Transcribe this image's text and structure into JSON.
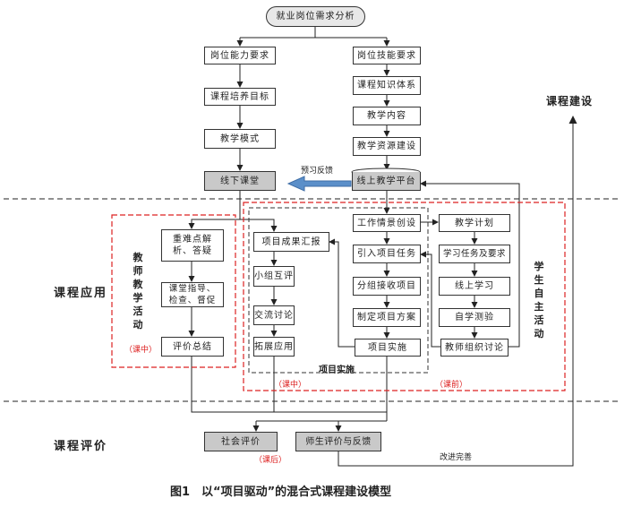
{
  "title": "就业岗位需求分析",
  "left_top_nodes": [
    "岗位能力要求",
    "课程培养目标",
    "教学模式",
    "线下课堂"
  ],
  "right_top_nodes": [
    "岗位技能要求",
    "课程知识体系",
    "教学内容",
    "教学资源建设",
    "线上教学平台"
  ],
  "feedback_label": "预习反馈",
  "course_construction": "课程建设",
  "section_labels": {
    "application": "课程应用",
    "evaluation": "课程评价"
  },
  "teacher_title": "教师教学活动",
  "teacher_nodes": [
    "重难点解析、答疑",
    "课堂指导、检查、督促",
    "评价总结"
  ],
  "teacher_phase": "（课中）",
  "group_nodes": [
    "项目成果汇报",
    "小组互评",
    "交流讨论",
    "拓展应用"
  ],
  "project_nodes": [
    "工作情景创设",
    "引入项目任务",
    "分组接收项目",
    "制定项目方案",
    "项目实施"
  ],
  "project_label": "项目实施",
  "in_class_phase": "（课中）",
  "pre_class_phase": "（课前）",
  "student_nodes": [
    "教学计划",
    "学习任务及要求",
    "线上学习",
    "自学测验",
    "教师组织讨论"
  ],
  "student_title": "学生自主活动",
  "eval_nodes": [
    "社会评价",
    "师生评价与反馈"
  ],
  "post_class_phase": "（课后）",
  "improve_label": "改进完善",
  "caption": "图1　以“项目驱动”的混合式课程建设模型"
}
